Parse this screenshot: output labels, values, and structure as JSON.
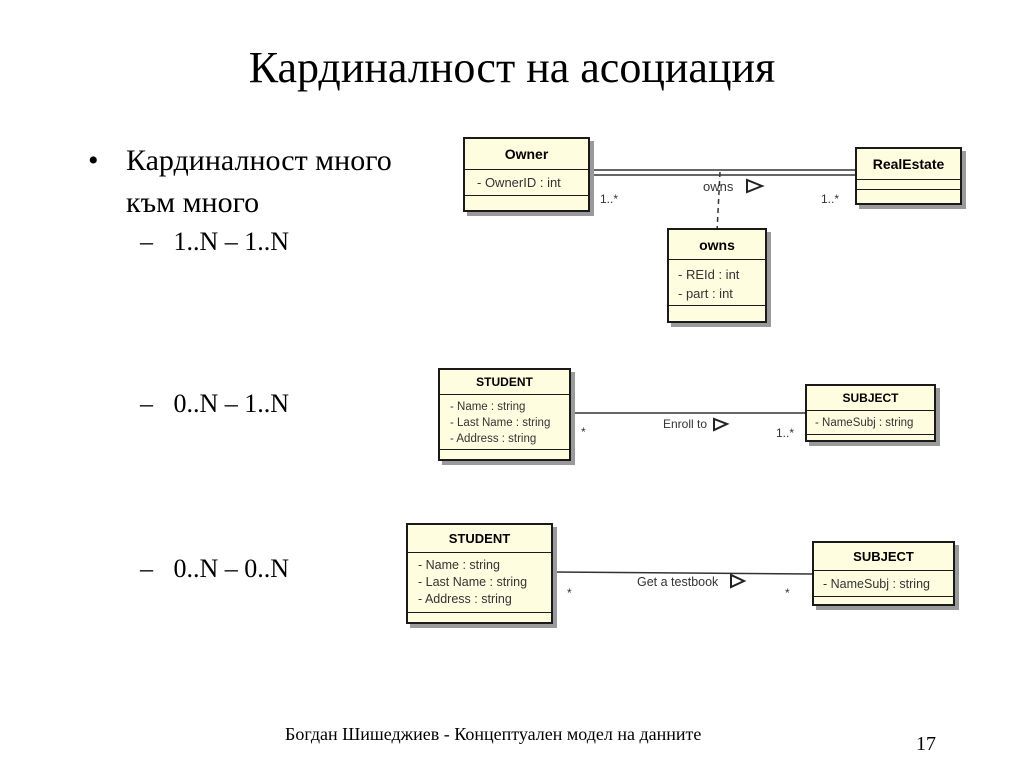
{
  "slide": {
    "title": "Кардиналност на асоциация",
    "bullet": "•",
    "bullet_text": "Кардиналност много към много",
    "dash": "–",
    "items": [
      {
        "text": "1..N – 1..N"
      },
      {
        "text": "0..N – 1..N"
      },
      {
        "text": "0..N – 0..N"
      }
    ],
    "footer": "Богдан Шишеджиев - Концептуален модел на данните",
    "page_number": "17"
  },
  "diagram1": {
    "owner": {
      "name": "Owner",
      "attrs": [
        "- OwnerID : int"
      ]
    },
    "realestate": {
      "name": "RealEstate"
    },
    "assoc_class": {
      "name": "owns",
      "attrs": [
        "- REId : int",
        "- part : int"
      ]
    },
    "assoc_label": "owns",
    "mult_left": "1..*",
    "mult_right": "1..*"
  },
  "diagram2": {
    "student": {
      "name": "STUDENT",
      "attrs": [
        "- Name : string",
        "- Last Name : string",
        "- Address : string"
      ]
    },
    "subject": {
      "name": "SUBJECT",
      "attrs": [
        "- NameSubj : string"
      ]
    },
    "assoc_label": "Enroll to",
    "mult_left": "*",
    "mult_right": "1..*"
  },
  "diagram3": {
    "student": {
      "name": "STUDENT",
      "attrs": [
        "- Name : string",
        "- Last Name : string",
        "- Address : string"
      ]
    },
    "subject": {
      "name": "SUBJECT",
      "attrs": [
        "- NameSubj : string"
      ]
    },
    "assoc_label": "Get a testbook",
    "mult_left": "*",
    "mult_right": "*"
  }
}
